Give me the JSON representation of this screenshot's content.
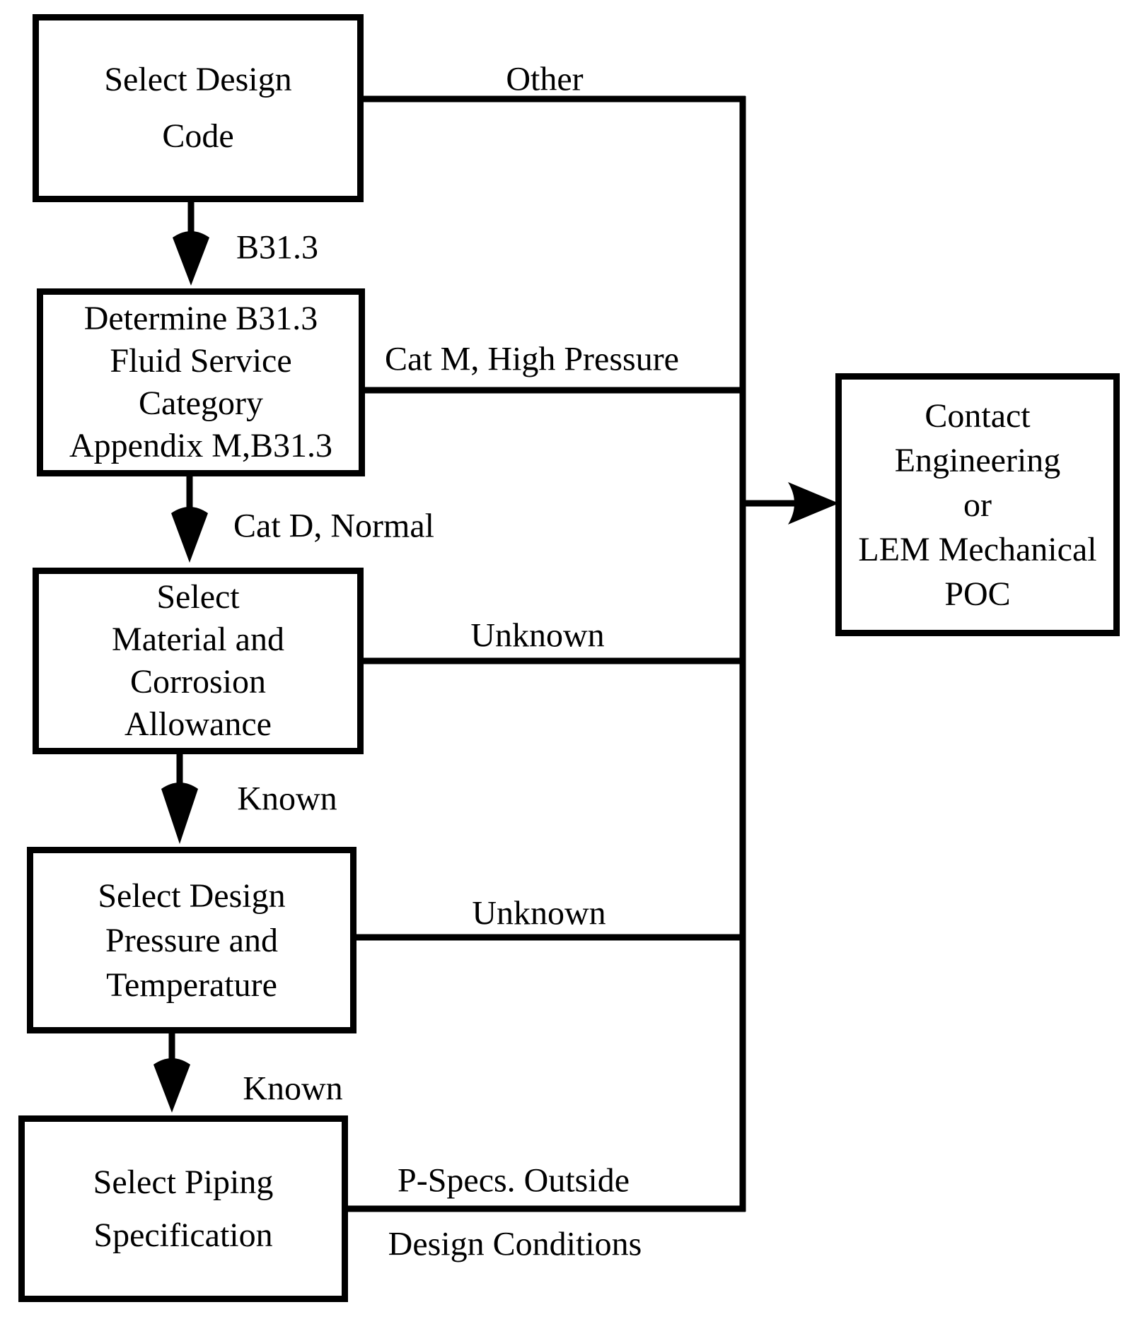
{
  "diagram": {
    "boxes": [
      {
        "id": "select-design-code",
        "lines": [
          "Select Design",
          "Code"
        ]
      },
      {
        "id": "determine-b313-fluid-service",
        "lines": [
          "Determine B31.3",
          "Fluid Service",
          "Category",
          "Appendix M,B31.3"
        ]
      },
      {
        "id": "select-material-corrosion",
        "lines": [
          "Select",
          "Material and",
          "Corrosion",
          "Allowance"
        ]
      },
      {
        "id": "select-design-pressure-temp",
        "lines": [
          "Select Design",
          "Pressure and",
          "Temperature"
        ]
      },
      {
        "id": "select-piping-specification",
        "lines": [
          "Select Piping",
          "Specification"
        ]
      },
      {
        "id": "contact-engineering-poc",
        "lines": [
          "Contact",
          "Engineering",
          "or",
          "LEM Mechanical",
          "POC"
        ]
      }
    ],
    "labels": {
      "other": "Other",
      "b31_3": "B31.3",
      "cat_m_high_pressure": "Cat M, High Pressure",
      "cat_d_normal": "Cat D, Normal",
      "unknown_material": "Unknown",
      "known_material": "Known",
      "unknown_design": "Unknown",
      "known_design": "Known",
      "p_specs_outside": "P-Specs. Outside",
      "design_conditions": "Design Conditions"
    },
    "colors": {
      "ink": "#000000",
      "background": "#ffffff"
    }
  }
}
